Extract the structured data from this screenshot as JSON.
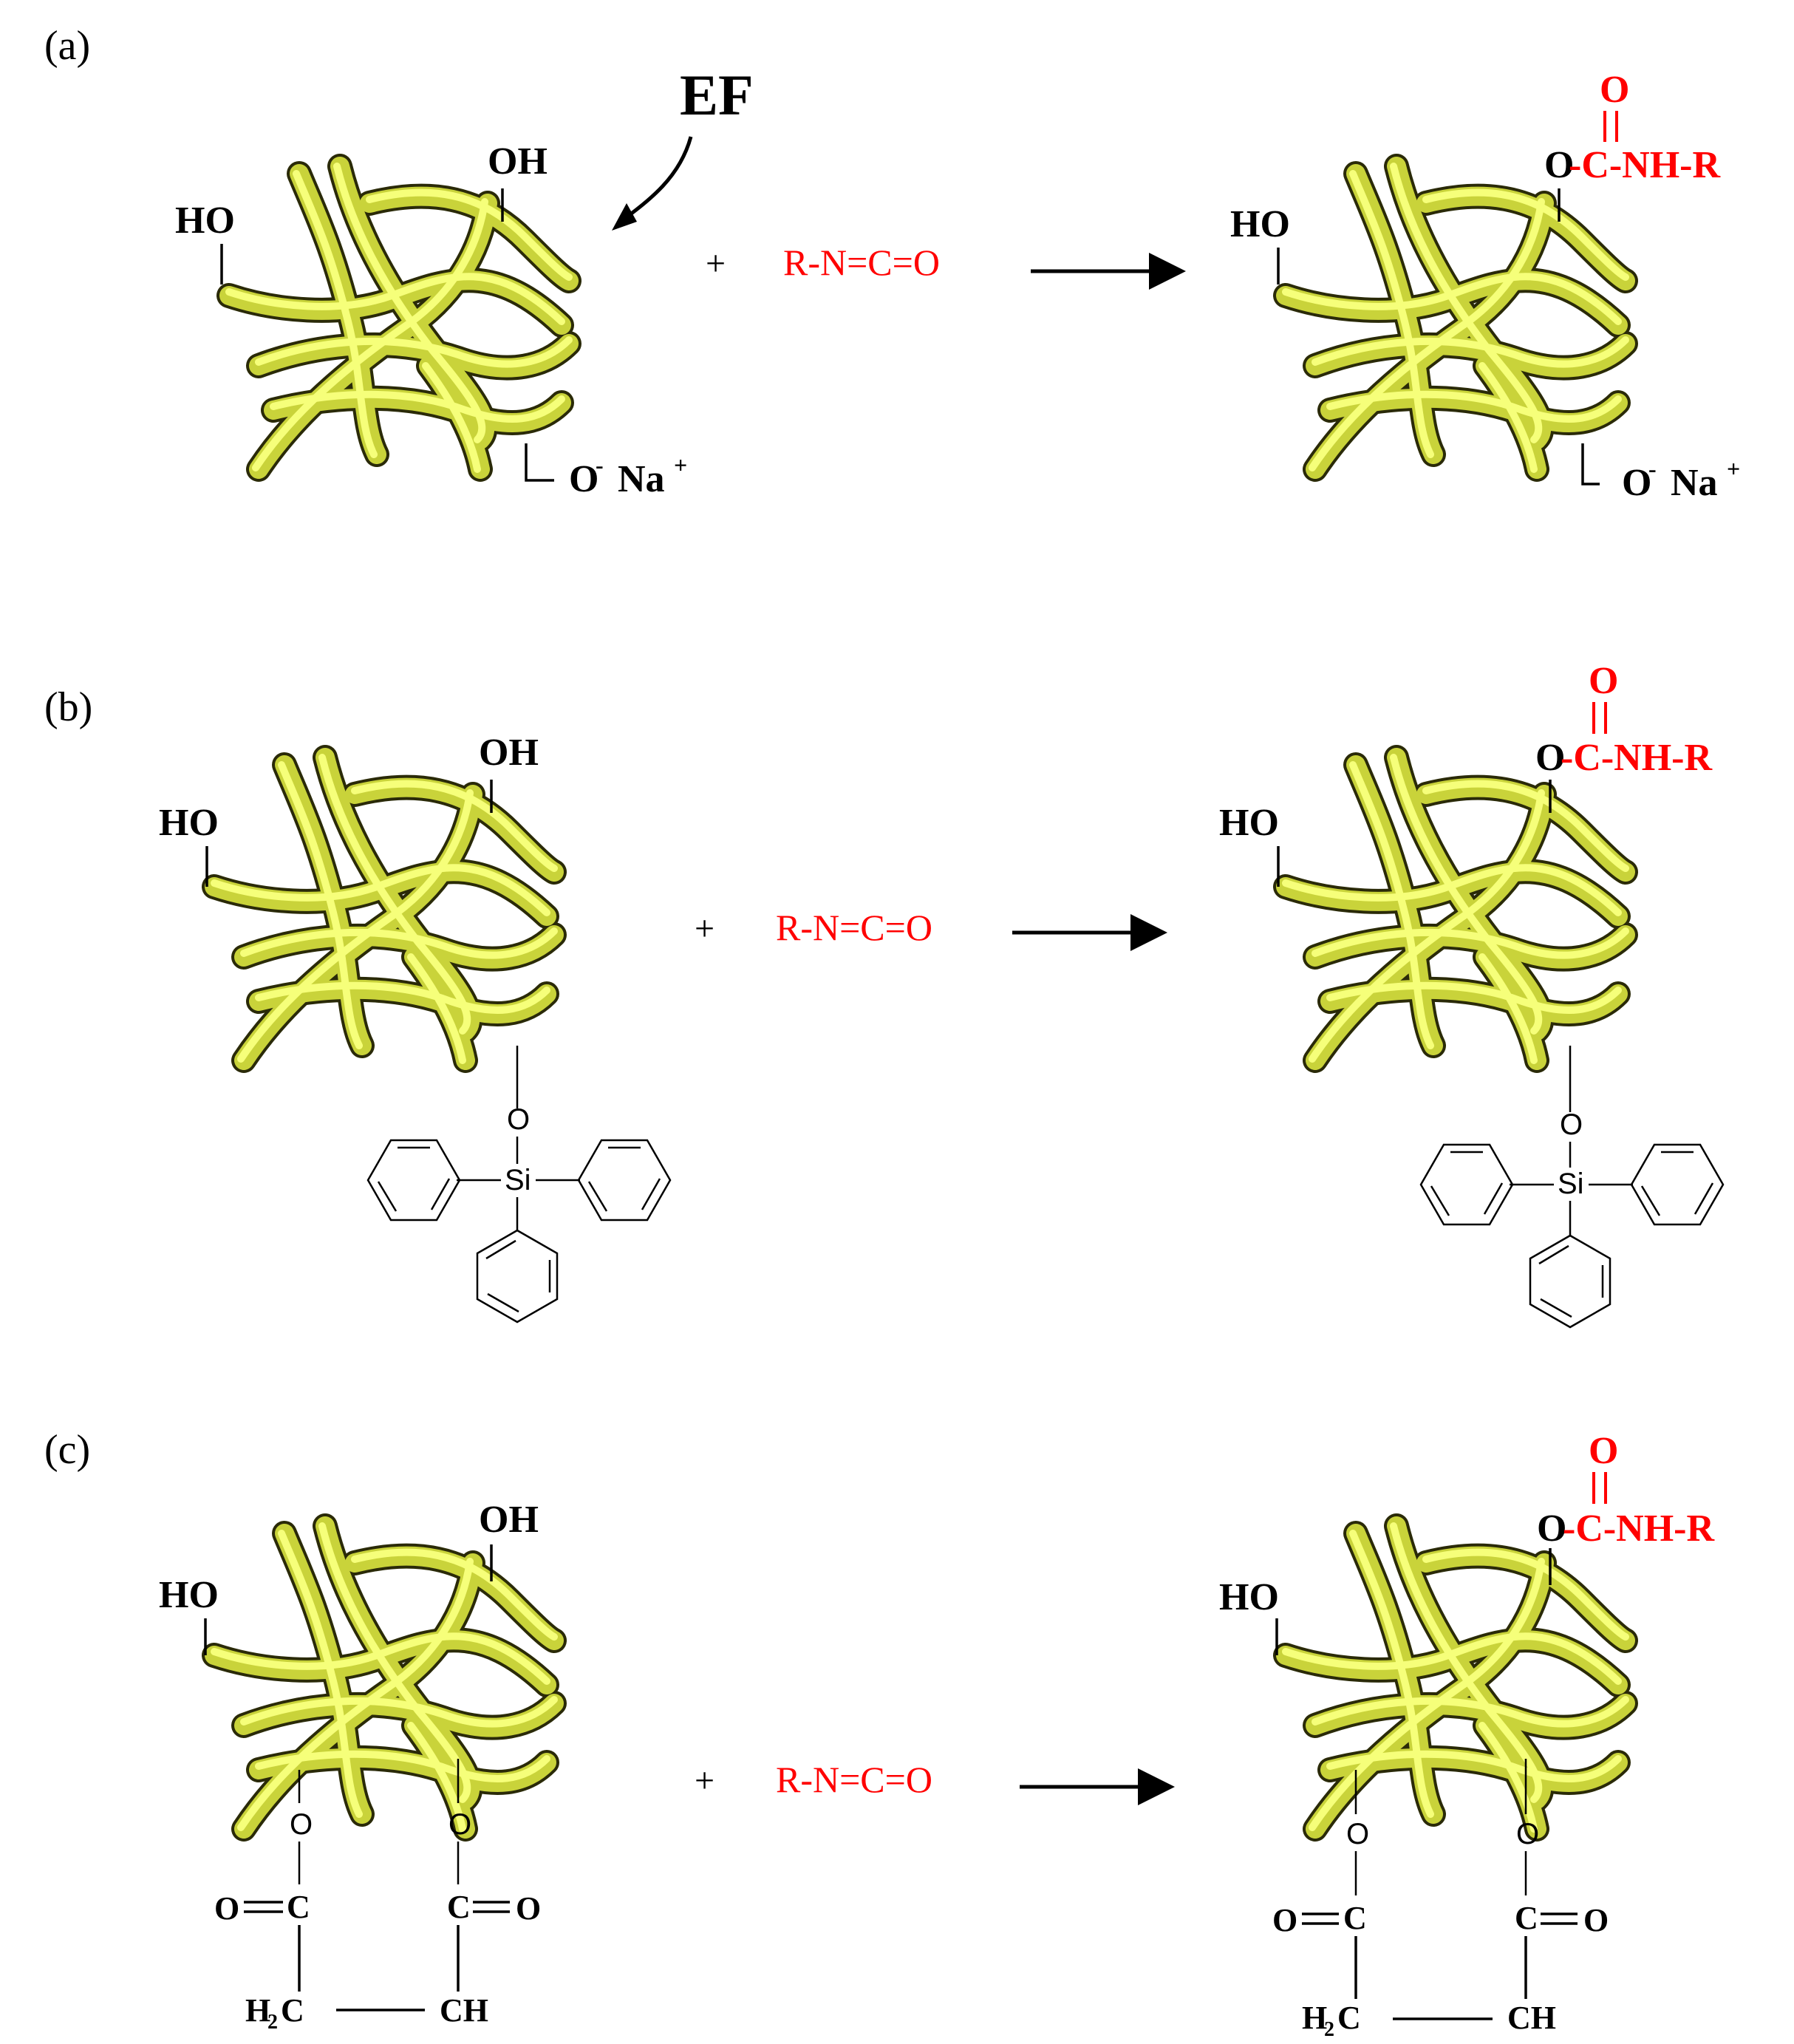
{
  "panels": [
    {
      "label": "(a)",
      "ef_label": "EF",
      "reactant": {
        "oh": "OH",
        "ho": "HO",
        "salt_o": "O",
        "salt_minus": "-",
        "salt_na": "Na",
        "salt_plus": "+"
      },
      "plus": "+",
      "reagent": "R-N=C=O",
      "product": {
        "o_link": "O",
        "carbamate_o": "O",
        "carbamate": "-C-NH-R",
        "ho": "HO",
        "salt_o": "O",
        "salt_minus": "-",
        "salt_na": "Na",
        "salt_plus": "+"
      }
    },
    {
      "label": "(b)",
      "reactant": {
        "oh": "OH",
        "ho": "HO",
        "o": "O",
        "si": "Si"
      },
      "plus": "+",
      "reagent": "R-N=C=O",
      "product": {
        "o_link": "O",
        "carbamate_o": "O",
        "carbamate": "-C-NH-R",
        "ho": "HO",
        "o": "O",
        "si": "Si"
      }
    },
    {
      "label": "(c)",
      "reactant": {
        "oh": "OH",
        "ho": "HO",
        "o_left": "O",
        "o_right": "O",
        "c_left": "C",
        "c_right": "C",
        "o_eq_left": "O",
        "o_eq_right": "O",
        "h2c_h": "H",
        "h2c_2": "2",
        "h2c_c": "C",
        "ch": "CH"
      },
      "plus": "+",
      "reagent": "R-N=C=O",
      "product": {
        "o_link": "O",
        "carbamate_o": "O",
        "carbamate": "-C-NH-R",
        "ho": "HO",
        "o_left": "O",
        "o_right": "O",
        "c_left": "C",
        "c_right": "C",
        "o_eq_left": "O",
        "o_eq_right": "O",
        "h2c_h": "H",
        "h2c_2": "2",
        "h2c_c": "C",
        "ch": "CH"
      }
    }
  ],
  "colors": {
    "fiber": "#e8f24a",
    "fiber_edge": "#2a2a08",
    "reagent": "#ff0000",
    "ink": "#000000"
  }
}
